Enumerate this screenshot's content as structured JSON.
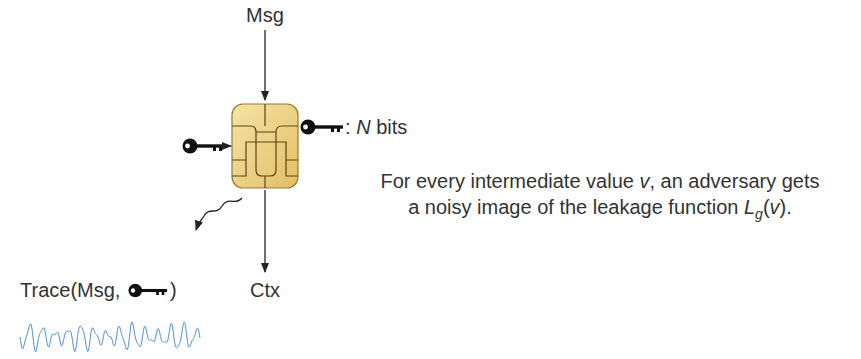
{
  "diagram": {
    "labels": [
      "Msg",
      ": N bits",
      "For every intermediate value v, an adversary gets a noisy image of the leakage function Lg(v).",
      "Trace(Msg, ",
      ")",
      "Ctx"
    ]
  }
}
